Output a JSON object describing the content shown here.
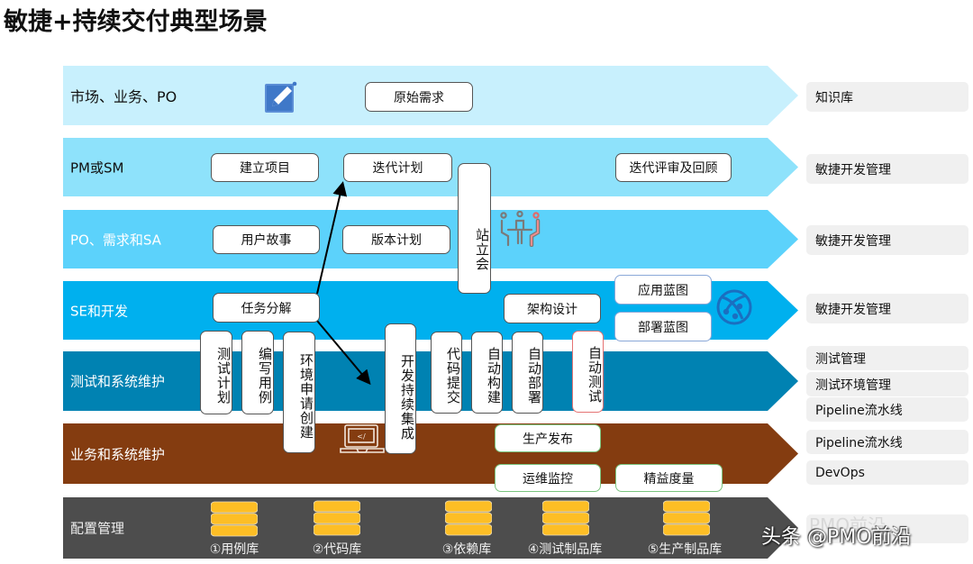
{
  "title": "敏捷+持续交付典型场景",
  "colors": {
    "band1": "#c8f0fd",
    "band2": "#8ee2fb",
    "band3": "#5cd2fb",
    "band4": "#00b0ee",
    "band5": "#0082b2",
    "band6": "#843c10",
    "band7": "#4d4d4d",
    "db_fill": "#fdbe25",
    "side_bg": "#f0f0f0"
  },
  "bands": [
    {
      "label": "市场、业务、PO"
    },
    {
      "label": "PM或SM"
    },
    {
      "label": "PO、需求和SA"
    },
    {
      "label": "SE和开发"
    },
    {
      "label": "测试和系统维护"
    },
    {
      "label": "业务和系统维护"
    },
    {
      "label": "配置管理"
    }
  ],
  "boxes": {
    "raw_requirements": "原始需求",
    "create_project": "建立项目",
    "iteration_plan": "迭代计划",
    "iteration_review": "迭代评审及回顾",
    "standup": "站立会",
    "user_story": "用户故事",
    "release_plan": "版本计划",
    "task_breakdown": "任务分解",
    "architecture_design": "架构设计",
    "app_blueprint": "应用蓝图",
    "deploy_blueprint": "部署蓝图",
    "test_plan": "测试计划",
    "write_cases": "编写用例",
    "env_request": "环境申请创建",
    "dev_ci": "开发持续集成",
    "code_commit": "代码提交",
    "auto_build": "自动构建",
    "auto_deploy": "自动部署",
    "auto_test": "自动测试",
    "prod_release": "生产发布",
    "ops_monitor": "运维监控",
    "lean_metrics": "精益度量"
  },
  "repositories": [
    {
      "label": "①用例库"
    },
    {
      "label": "②代码库"
    },
    {
      "label": "③依赖库"
    },
    {
      "label": "④测试制品库"
    },
    {
      "label": "⑤生产制品库"
    }
  ],
  "side_tools": [
    {
      "label": "知识库"
    },
    {
      "label": "敏捷开发管理"
    },
    {
      "label": "敏捷开发管理"
    },
    {
      "label": "敏捷开发管理"
    },
    {
      "label": "测试管理"
    },
    {
      "label": "测试环境管理"
    },
    {
      "label": "Pipeline流水线"
    },
    {
      "label": "Pipeline流水线"
    },
    {
      "label": "DevOps"
    },
    {
      "label": ""
    }
  ],
  "watermark": {
    "main": "头条 @PMO前沿",
    "faint": "PMO前沿"
  }
}
